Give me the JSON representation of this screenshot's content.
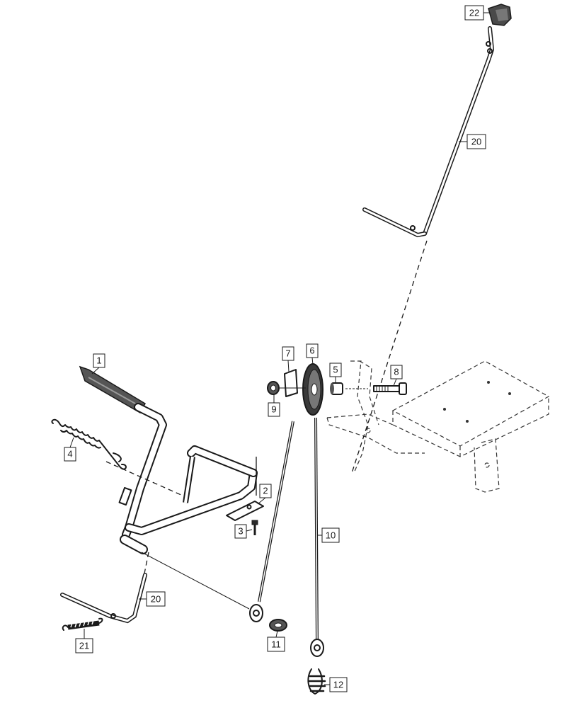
{
  "callouts": {
    "c1": "1",
    "c2": "2",
    "c3": "3",
    "c4": "4",
    "c5": "5",
    "c6": "6",
    "c7": "7",
    "c8": "8",
    "c9": "9",
    "c10": "10",
    "c11": "11",
    "c12": "12",
    "c20a": "20",
    "c20b": "20",
    "c21": "21",
    "c22": "22"
  },
  "icons": {
    "diagram": "exploded-parts-diagram"
  }
}
